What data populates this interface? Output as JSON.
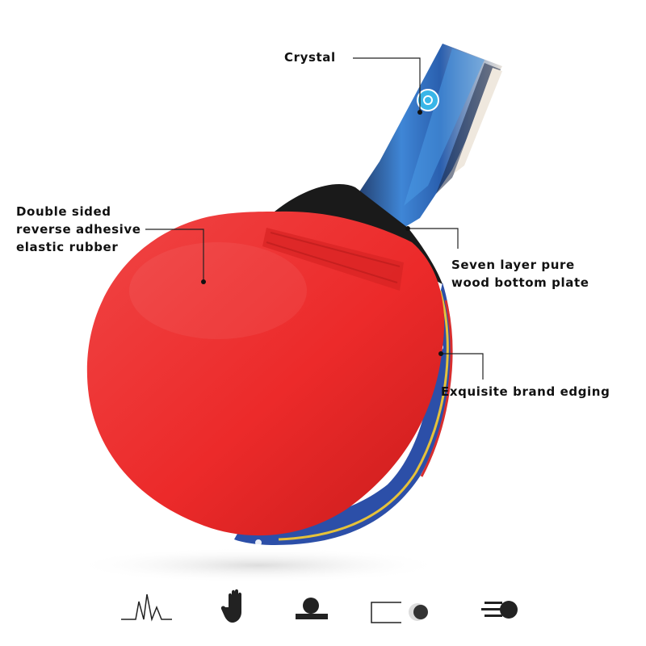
{
  "callouts": {
    "crystal": "Crystal",
    "rubber_lines": [
      "Double sided",
      "reverse adhesive",
      "elastic rubber"
    ],
    "wood_lines": [
      "Seven layer pure",
      "wood bottom plate"
    ],
    "edging": "Exquisite brand edging"
  },
  "colors": {
    "rubber": "#ee2c2c",
    "handle_blue": "#2f6fc4",
    "handle_dark": "#1b2a49",
    "edge_blue": "#2c4fa8",
    "text": "#111111"
  },
  "feature_icons": [
    "spin-wave-icon",
    "hand-grip-icon",
    "ball-bounce-icon",
    "ball-speed-icon",
    "fast-ball-icon"
  ]
}
